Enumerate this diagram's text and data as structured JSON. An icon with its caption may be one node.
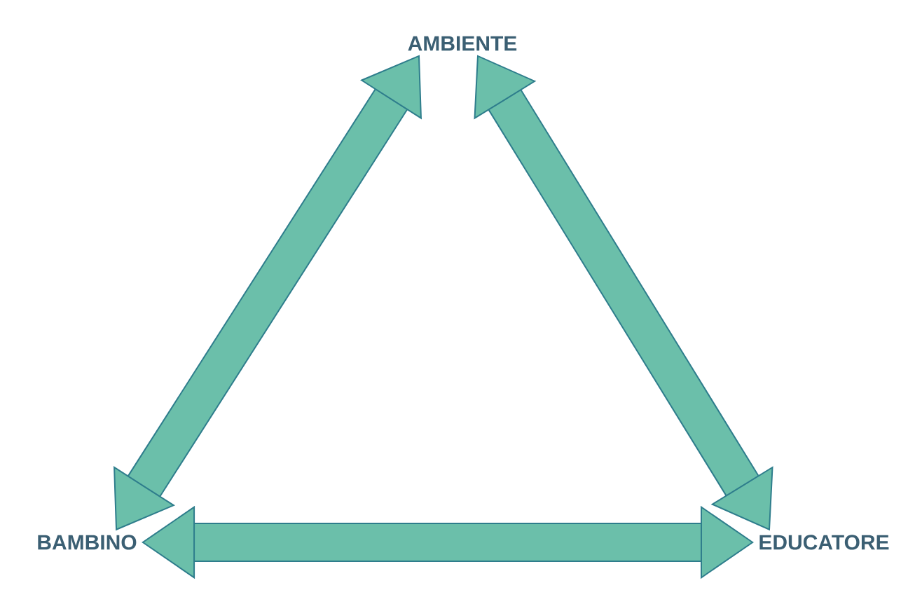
{
  "diagram": {
    "nodes": [
      {
        "text": [
          "AMBIENTE"
        ]
      },
      {
        "text": [
          "BAMBINO"
        ]
      },
      {
        "text": [
          "EDUCATORE"
        ]
      }
    ],
    "edges": [
      {
        "from": 0,
        "to": 1,
        "arrow": "both"
      },
      {
        "from": 0,
        "to": 2,
        "arrow": "both"
      },
      {
        "from": 1,
        "to": 2,
        "arrow": "both"
      }
    ]
  }
}
